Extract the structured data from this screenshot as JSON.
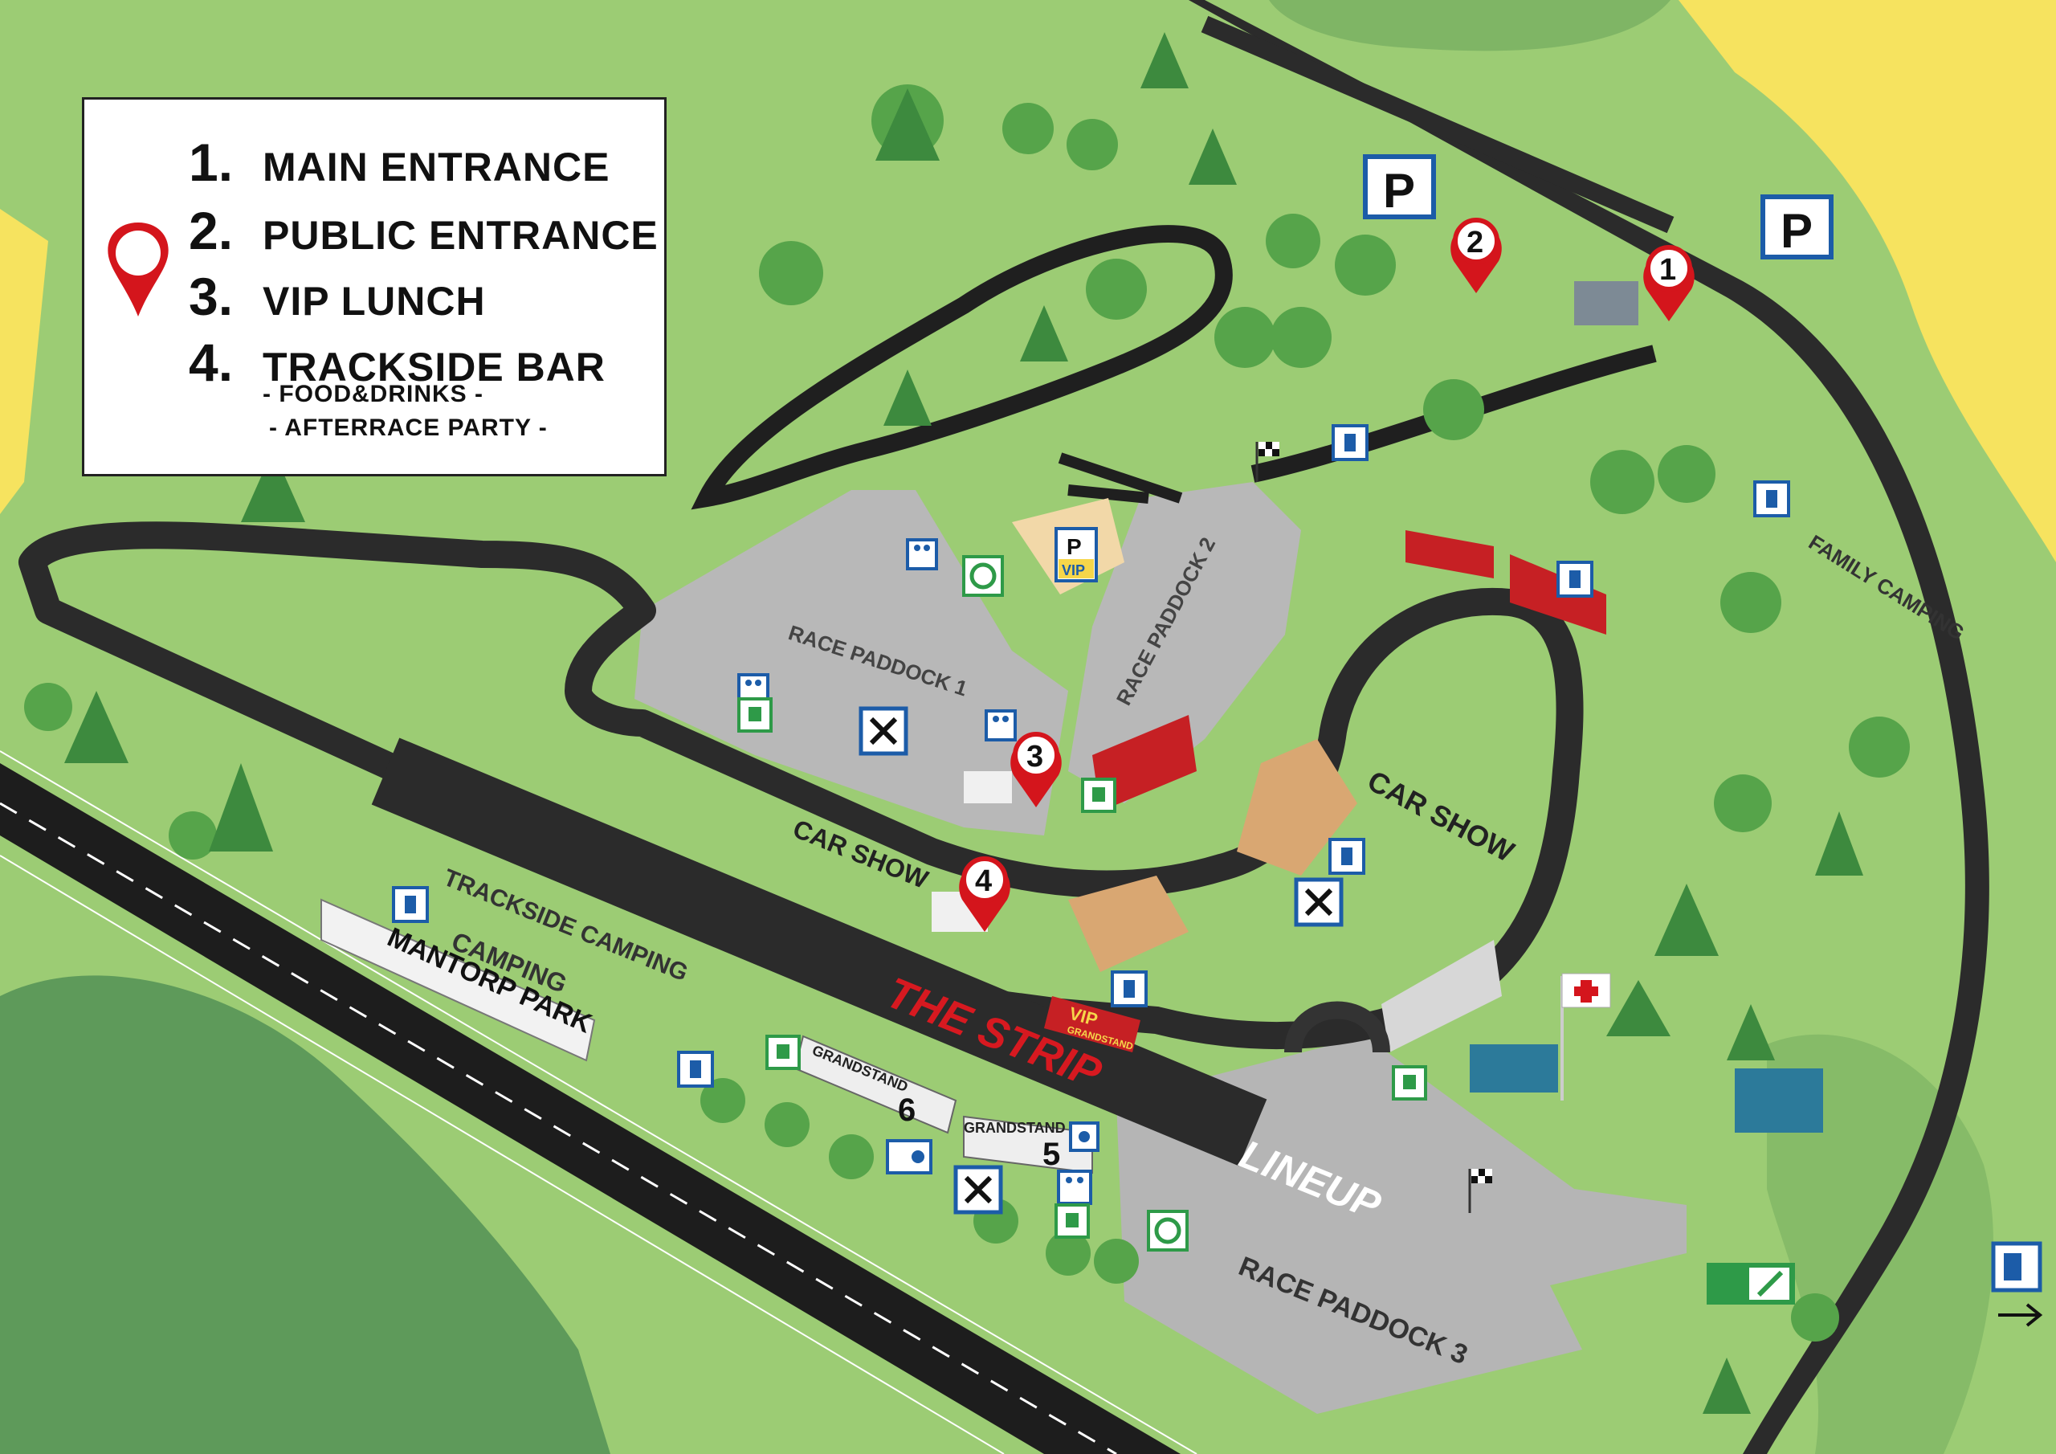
{
  "legend": {
    "items": [
      {
        "number": "1.",
        "label": "MAIN ENTRANCE"
      },
      {
        "number": "2.",
        "label": "PUBLIC ENTRANCE"
      },
      {
        "number": "3.",
        "label": "VIP LUNCH"
      },
      {
        "number": "4.",
        "label": "TRACKSIDE BAR"
      }
    ],
    "sub_items": [
      "- FOOD&DRINKS -",
      "- AFTERRACE PARTY -"
    ]
  },
  "areas": {
    "race_paddock_1": "RACE PADDOCK 1",
    "race_paddock_2": "RACE PADDOCK 2",
    "race_paddock_3": "RACE PADDOCK 3",
    "car_show_1": "CAR SHOW",
    "car_show_2": "CAR SHOW",
    "family_camping": "FAMILY CAMPING",
    "trackside_camping": "TRACKSIDE CAMPING",
    "camping": "CAMPING",
    "the_strip": "THE STRIP",
    "lineup": "LINEUP",
    "vip_grandstand": "VIP",
    "vip_grandstand_sub": "GRANDSTAND",
    "grandstand_6_label": "GRANDSTAND",
    "grandstand_6_num": "6",
    "grandstand_5_label": "GRANDSTAND",
    "grandstand_5_num": "5",
    "mantorp_park": "MANTORP PARK"
  },
  "markers": {
    "parking": "P",
    "vip_parking": "VIP",
    "pin_1": "1",
    "pin_2": "2",
    "pin_3": "3",
    "pin_4": "4"
  },
  "colors": {
    "grass": "#9ccc74",
    "dark_grass": "#5e9a5a",
    "sand": "#f7e766",
    "track": "#2b2b2b",
    "paddock": "#b5b5b5",
    "pin_red": "#d4151c",
    "sign_blue": "#1c5ca8",
    "sign_green": "#2e9a48"
  },
  "icons": [
    "parking-icon",
    "toilet-icon",
    "water-icon",
    "recycling-icon",
    "food-icon",
    "first-aid-icon",
    "exit-icon",
    "fuel-icon",
    "accessible-parking-icon",
    "checkered-flag-icon",
    "location-pin-icon"
  ]
}
